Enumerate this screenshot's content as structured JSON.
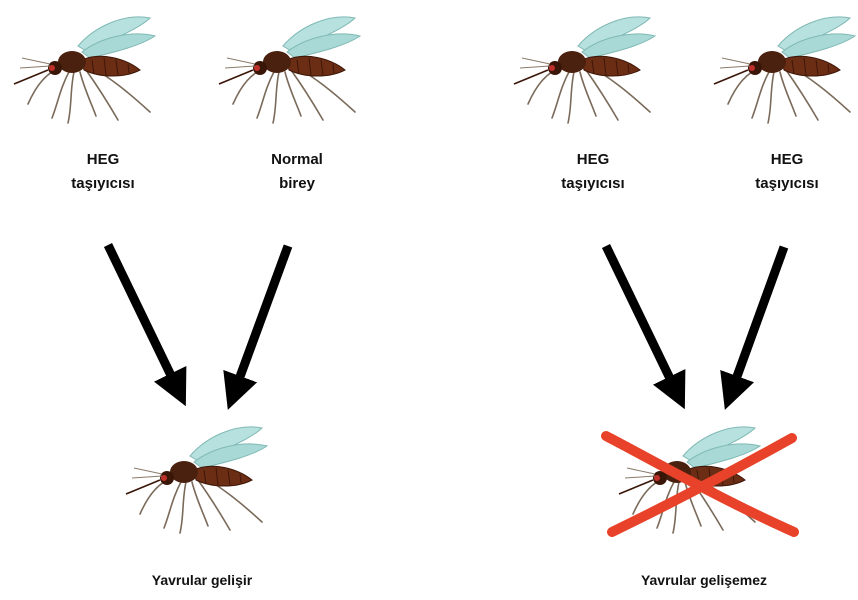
{
  "left_cross": {
    "parent1": {
      "line1": "HEG",
      "line2": "taşıyıcısı"
    },
    "parent2": {
      "line1": "Normal",
      "line2": "birey"
    },
    "result": "Yavrular gelişir"
  },
  "right_cross": {
    "parent1": {
      "line1": "HEG",
      "line2": "taşıyıcısı"
    },
    "parent2": {
      "line1": "HEG",
      "line2": "taşıyıcısı"
    },
    "result": "Yavrular gelişemez"
  },
  "colors": {
    "arrow": "#000000",
    "cross_mark": "#e8432a",
    "mosquito_body": "#5a2a14",
    "mosquito_wing": "#a9d9d6"
  },
  "icons": [
    "mosquito-icon",
    "arrow-icon",
    "cross-out-icon"
  ]
}
